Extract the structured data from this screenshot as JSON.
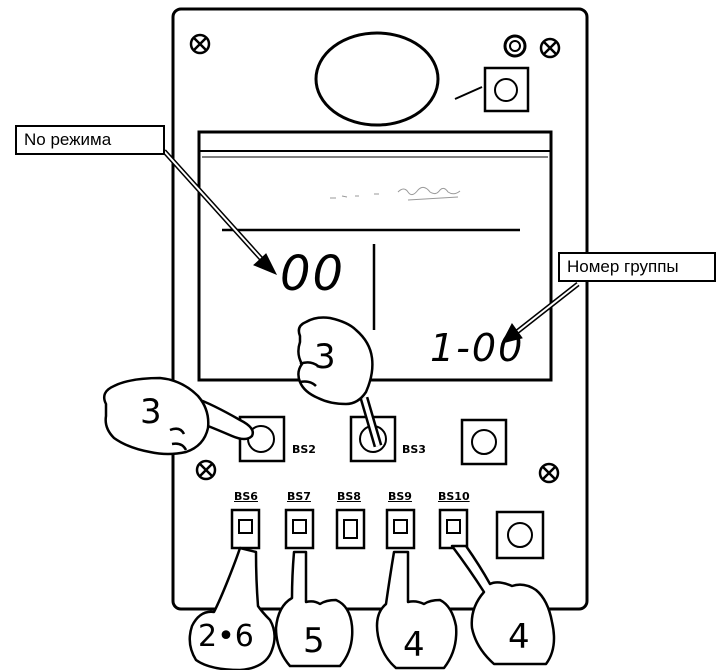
{
  "callouts": {
    "mode_number": "No  режима",
    "group_number": "Номер группы"
  },
  "display": {
    "mode_value": "00",
    "group_value": "1-00"
  },
  "buttons": {
    "bs2": "BS2",
    "bs3": "BS3",
    "bs6": "BS6",
    "bs7": "BS7",
    "bs8": "BS8",
    "bs9": "BS9",
    "bs10": "BS10"
  },
  "hands": {
    "bs3_step": "3",
    "bs2_step": "3",
    "bs6_step": "2•6",
    "bs7_step": "5",
    "bs9_step": "4",
    "bs10_step": "4"
  }
}
